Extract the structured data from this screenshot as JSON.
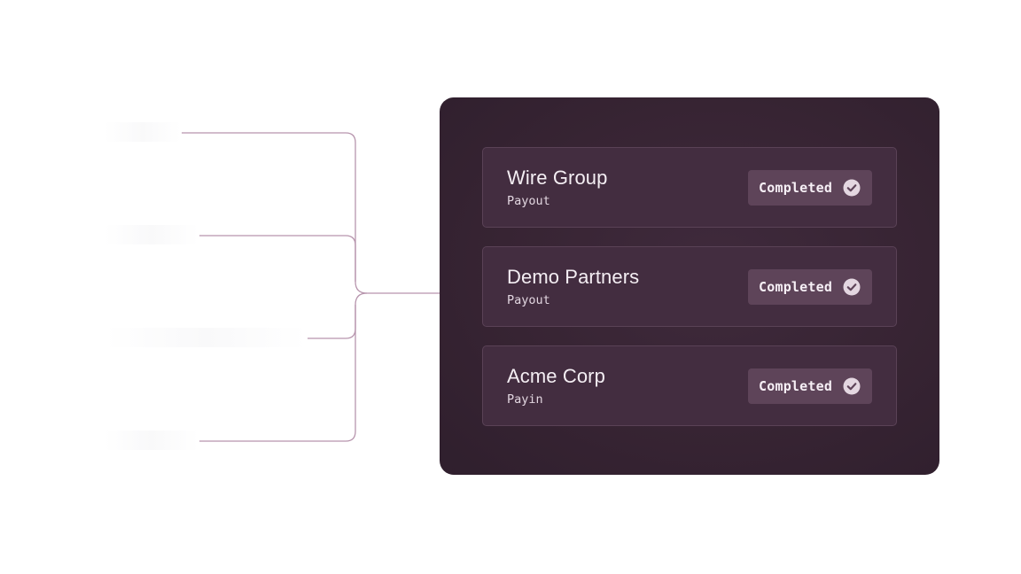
{
  "colors": {
    "panel_background": "#372433",
    "card_background": "#432d40",
    "card_border": "#5a4256",
    "badge_background": "#5e4459",
    "connector_line": "#b795ad",
    "text_primary": "#f4eef3"
  },
  "transactions": [
    {
      "name": "Wire Group",
      "type": "Payout",
      "status": "Completed",
      "status_icon": "check-circle-icon"
    },
    {
      "name": "Demo Partners",
      "type": "Payout",
      "status": "Completed",
      "status_icon": "check-circle-icon"
    },
    {
      "name": "Acme Corp",
      "type": "Payin",
      "status": "Completed",
      "status_icon": "check-circle-icon"
    }
  ]
}
